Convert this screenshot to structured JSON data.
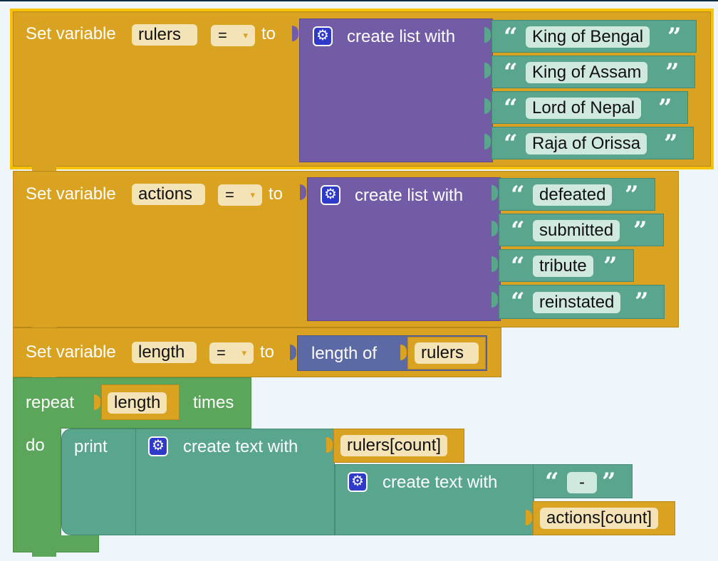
{
  "blocks": {
    "set_rulers": {
      "set_label": "Set variable",
      "var": "rulers",
      "op": "=",
      "op_arrow": "▾",
      "to": "to"
    },
    "set_actions": {
      "set_label": "Set variable",
      "var": "actions",
      "op": "=",
      "op_arrow": "▾",
      "to": "to"
    },
    "set_length": {
      "set_label": "Set variable",
      "var": "length",
      "op": "=",
      "op_arrow": "▾",
      "to": "to"
    },
    "create_list_label": "create list with",
    "rulers_list": [
      "King of Bengal",
      "King of Assam",
      "Lord of Nepal",
      "Raja of Orissa"
    ],
    "actions_list": [
      "defeated",
      "submitted",
      "tribute",
      "reinstated"
    ],
    "length_of": {
      "label": "length of",
      "arg": "rulers"
    },
    "repeat": {
      "label": "repeat",
      "count": "length",
      "times": "times",
      "do": "do"
    },
    "print": {
      "label": "print",
      "create_text_label": "create text with",
      "item1": "rulers[count]",
      "inner_create_text_label": "create text with",
      "separator": "-",
      "item2": "actions[count]"
    },
    "open_quote": "“",
    "close_quote": "”"
  },
  "colors": {
    "variables": "#d9a321",
    "lists": "#735ca6",
    "text": "#5aa58e",
    "loops": "#5ba65b",
    "length": "#5b69a5",
    "selection": "#f9c200",
    "background": "#eef6fb"
  },
  "icons": [
    "gear-icon",
    "open-quote-icon",
    "close-quote-icon",
    "dropdown-arrow-icon"
  ]
}
